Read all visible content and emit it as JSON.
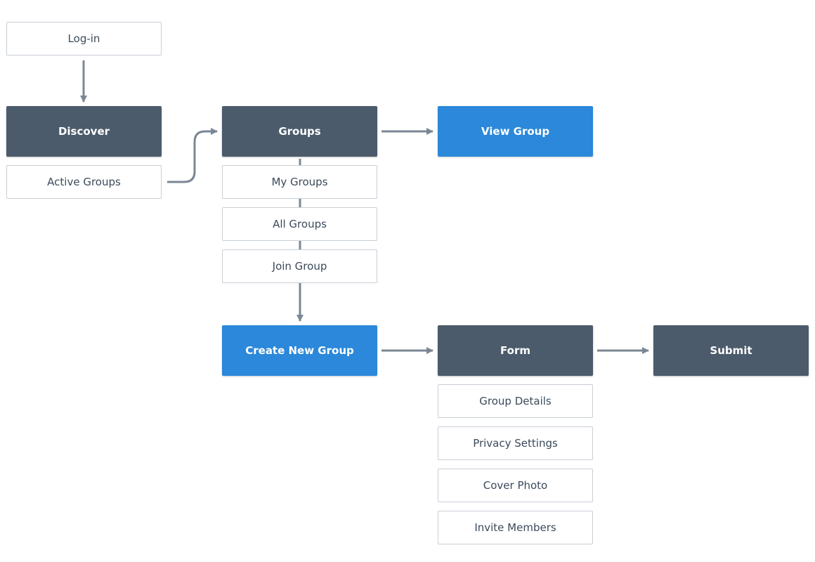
{
  "nodes": {
    "login": "Log-in",
    "discover": "Discover",
    "active_groups": "Active Groups",
    "groups": "Groups",
    "my_groups": "My Groups",
    "all_groups": "All Groups",
    "join_group": "Join Group",
    "view_group": "View Group",
    "create_new_group": "Create New Group",
    "form": "Form",
    "submit": "Submit",
    "group_details": "Group Details",
    "privacy_settings": "Privacy Settings",
    "cover_photo": "Cover Photo",
    "invite_members": "Invite Members"
  },
  "colors": {
    "dark_node": "#4b5b6b",
    "blue_node": "#2b88da",
    "outline_border": "#c8cfd7",
    "connector": "#7b8794"
  }
}
